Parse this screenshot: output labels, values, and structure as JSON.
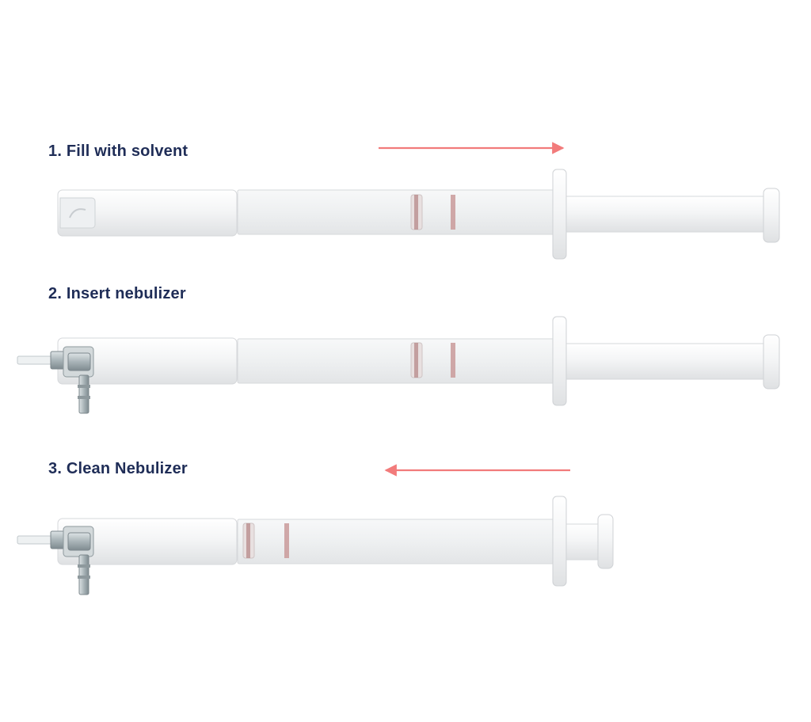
{
  "steps": [
    {
      "label": "1. Fill with solvent",
      "arrow_direction": "right",
      "nebulizer_inserted": false,
      "plunger": "extended"
    },
    {
      "label": "2. Insert nebulizer",
      "arrow_direction": "none",
      "nebulizer_inserted": true,
      "plunger": "extended"
    },
    {
      "label": "3. Clean Nebulizer",
      "arrow_direction": "left",
      "nebulizer_inserted": true,
      "plunger": "pushed"
    }
  ],
  "colors": {
    "label_text": "#1f2d57",
    "arrow": "#f27b7b",
    "syringe_body": "#f2f3f4",
    "syringe_outline": "#d6d8db",
    "stopper_ring": "#b98f8f",
    "nebulizer_metal": "#a9b4b8"
  }
}
